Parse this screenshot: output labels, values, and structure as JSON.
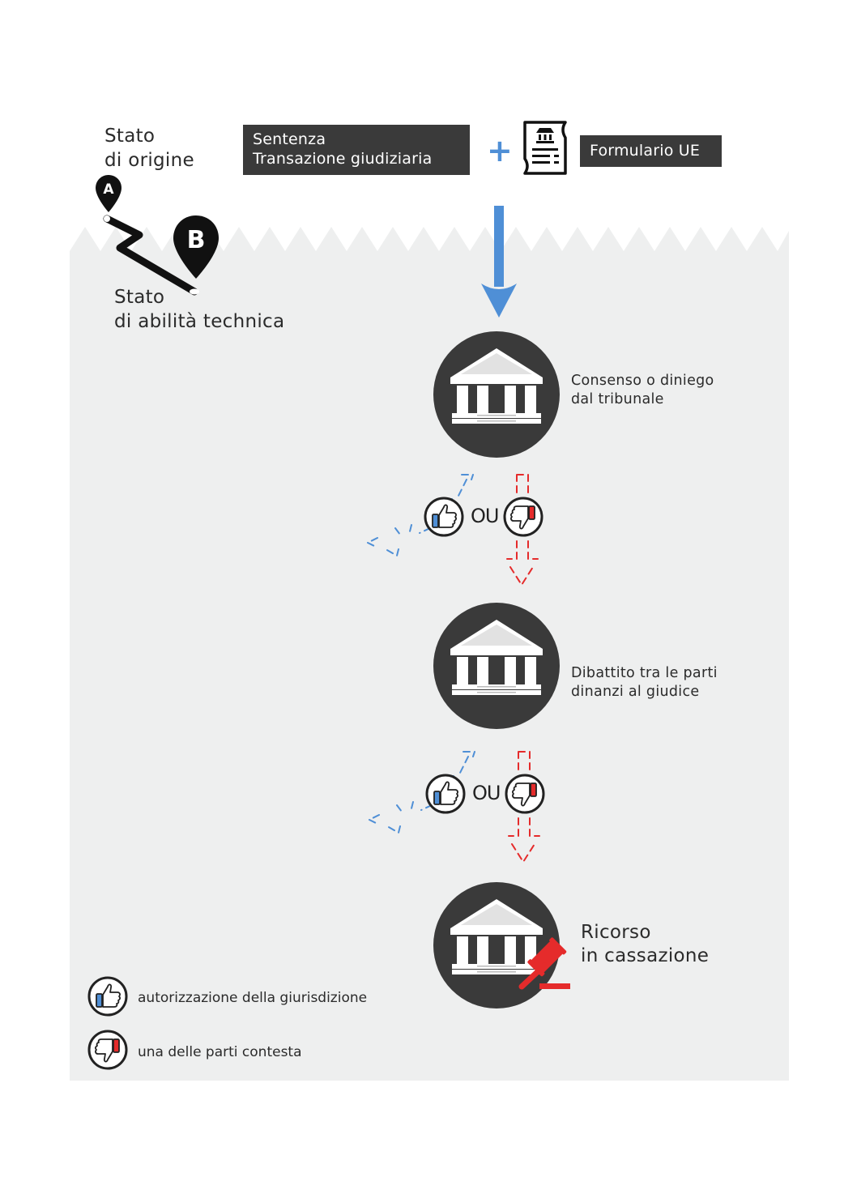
{
  "origin_label": [
    "Stato",
    "di origine"
  ],
  "target_label": [
    "Stato",
    "di abilità technica"
  ],
  "marker_a": "A",
  "marker_b": "B",
  "document_box": [
    "Sentenza",
    "Transazione giudiziaria"
  ],
  "plus_sign": "+",
  "form_box": "Formulario UE",
  "steps": [
    {
      "lines": [
        "Consenso o diniego",
        "dal tribunale"
      ]
    },
    {
      "lines": [
        "Dibattito tra le parti",
        "dinanzi al giudice"
      ]
    },
    {
      "lines": [
        "Ricorso",
        "in cassazione"
      ]
    }
  ],
  "choice_word": "OU",
  "legend": {
    "approve": "autorizzazione della giurisdizione",
    "contest": "una delle parti contesta"
  },
  "colors": {
    "panel": "#eeefef",
    "dark": "#3a3a3a",
    "blue": "#4f8fd6",
    "red": "#e52b2b"
  },
  "icons": [
    "map-pin-icon",
    "document-form-icon",
    "court-building-icon",
    "thumbs-up-icon",
    "thumbs-down-icon",
    "gavel-icon",
    "arrow-down-icon"
  ]
}
